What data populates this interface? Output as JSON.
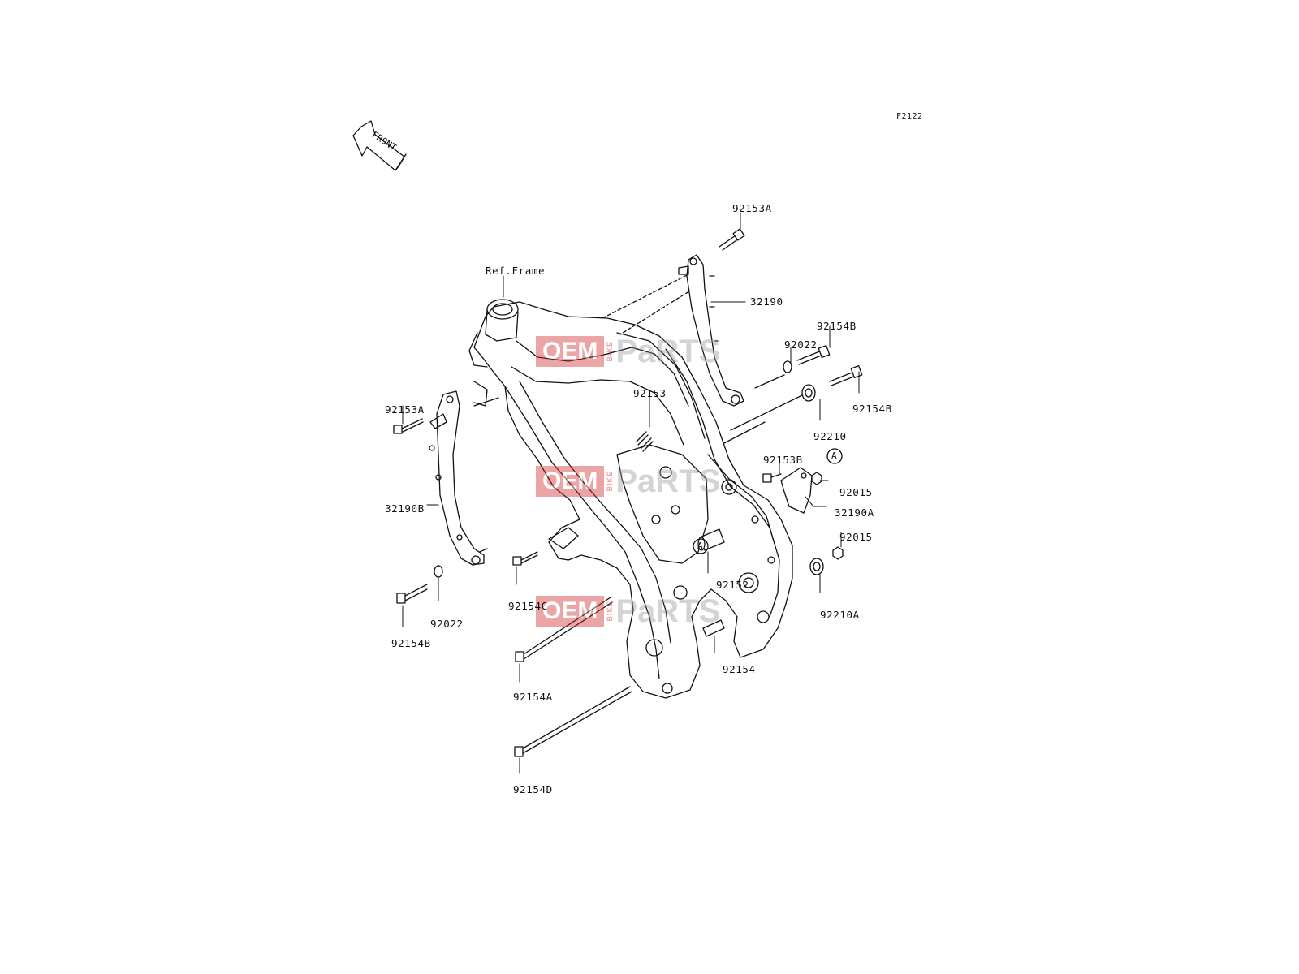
{
  "diagram": {
    "code": "F2122",
    "front_label": "FRONT",
    "ref_label": "Ref.Frame",
    "callout": "A",
    "parts": [
      {
        "id": "p1",
        "label": "92153A"
      },
      {
        "id": "p2",
        "label": "32190"
      },
      {
        "id": "p3",
        "label": "92154B"
      },
      {
        "id": "p4",
        "label": "92022"
      },
      {
        "id": "p5",
        "label": "92154B"
      },
      {
        "id": "p6",
        "label": "92210"
      },
      {
        "id": "p7",
        "label": "92153"
      },
      {
        "id": "p8",
        "label": "92153B"
      },
      {
        "id": "p9",
        "label": "92015"
      },
      {
        "id": "p10",
        "label": "32190A"
      },
      {
        "id": "p11",
        "label": "92015"
      },
      {
        "id": "p12",
        "label": "92152"
      },
      {
        "id": "p13",
        "label": "92210A"
      },
      {
        "id": "p14",
        "label": "92153A"
      },
      {
        "id": "p15",
        "label": "32190B"
      },
      {
        "id": "p16",
        "label": "92154C"
      },
      {
        "id": "p17",
        "label": "92022"
      },
      {
        "id": "p18",
        "label": "92154B"
      },
      {
        "id": "p19",
        "label": "92154"
      },
      {
        "id": "p20",
        "label": "92154A"
      },
      {
        "id": "p21",
        "label": "92154D"
      }
    ]
  },
  "watermark": {
    "oem": "OEM",
    "bike": "BIKE",
    "parts": "PaRTS",
    "color": "#d42a2a"
  }
}
